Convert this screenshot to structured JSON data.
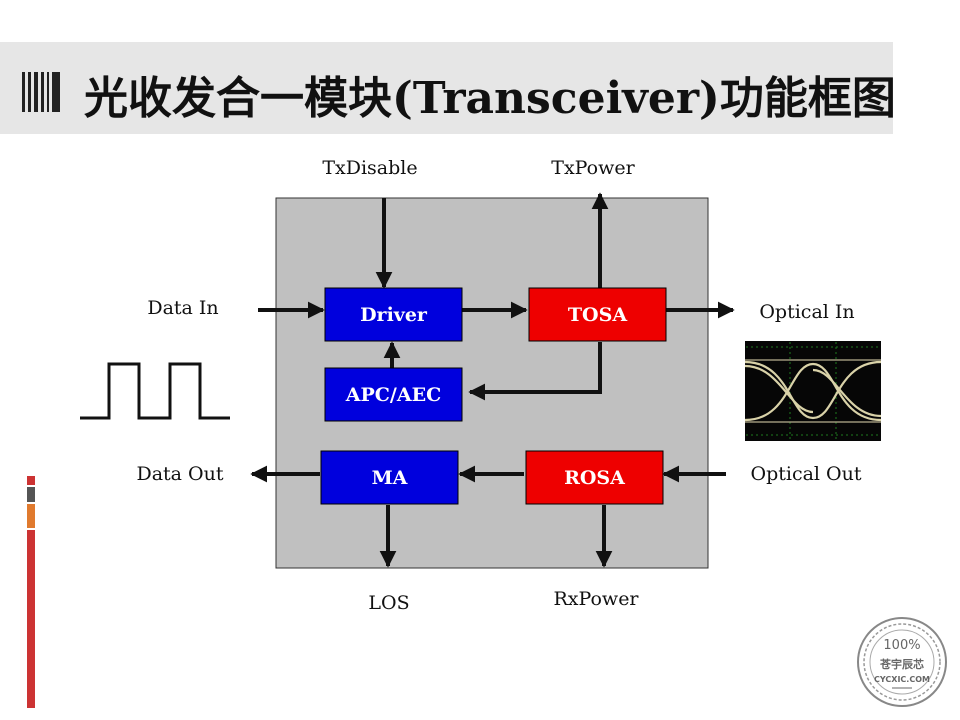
{
  "title": "光收发合一模块(Transceiver)功能框图",
  "blocks": {
    "driver": "Driver",
    "tosa": "TOSA",
    "apc_aec": "APC/AEC",
    "ma": "MA",
    "rosa": "ROSA"
  },
  "signals": {
    "tx_disable": "TxDisable",
    "tx_power": "TxPower",
    "data_in": "Data In",
    "optical_in": "Optical In",
    "data_out": "Data Out",
    "optical_out": "Optical Out",
    "los": "LOS",
    "rx_power": "RxPower"
  },
  "watermark": {
    "percent": "100%",
    "name": "苍宇辰芯",
    "domain": "CYCXIC.COM"
  },
  "colors": {
    "blue_block": "#0000dd",
    "red_block": "#ee0000",
    "module_fill": "#c0c0c0",
    "title_bar": "#e6e6e6",
    "stripe_red": "#cc3333",
    "stripe_gray": "#555555",
    "stripe_orange": "#e07a2e"
  },
  "icons": {
    "title_marker": "barcode-bars-icon",
    "eye_diagram": "eye-diagram-icon",
    "square_wave": "square-wave-icon",
    "watermark_seal": "seal-stamp-icon"
  }
}
